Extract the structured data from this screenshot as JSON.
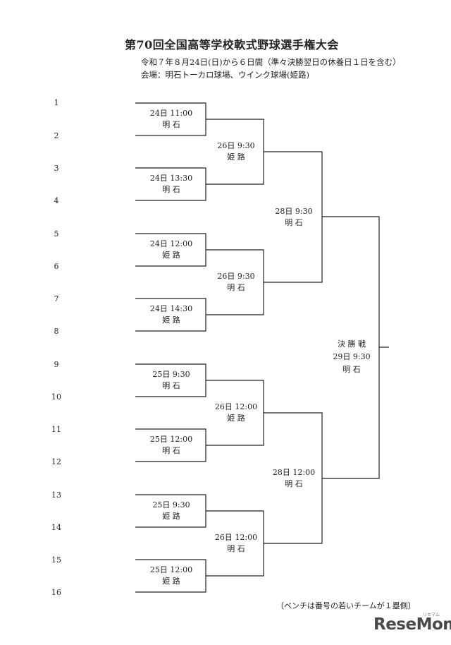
{
  "title": "第70回全国高等学校軟式野球選手権大会",
  "period": "令和７年８月24日(日)から６日間（準々決勝翌日の休養日１日を含む）",
  "venue": "会場：明石トーカロ球場、ウインク球場(姫路)",
  "seeds": [
    "1",
    "2",
    "3",
    "4",
    "5",
    "6",
    "7",
    "8",
    "9",
    "10",
    "11",
    "12",
    "13",
    "14",
    "15",
    "16"
  ],
  "round1": [
    {
      "date": "24日  11:00",
      "venue": "明  石"
    },
    {
      "date": "24日  13:30",
      "venue": "明  石"
    },
    {
      "date": "24日  12:00",
      "venue": "姫  路"
    },
    {
      "date": "24日  14:30",
      "venue": "姫  路"
    },
    {
      "date": "25日   9:30",
      "venue": "明  石"
    },
    {
      "date": "25日  12:00",
      "venue": "明  石"
    },
    {
      "date": "25日   9:30",
      "venue": "姫  路"
    },
    {
      "date": "25日  12:00",
      "venue": "姫  路"
    }
  ],
  "quarterfinals": [
    {
      "date": "26日  9:30",
      "venue": "姫  路"
    },
    {
      "date": "26日  9:30",
      "venue": "明  石"
    },
    {
      "date": "26日  12:00",
      "venue": "姫  路"
    },
    {
      "date": "26日  12:00",
      "venue": "明  石"
    }
  ],
  "semifinals": [
    {
      "date": "28日  9:30",
      "venue": "明  石"
    },
    {
      "date": "28日  12:00",
      "venue": "明  石"
    }
  ],
  "final": {
    "label": "決  勝  戦",
    "date": "29日  9:30",
    "venue": "明  石"
  },
  "note": "〔ベンチは番号の若いチームが１塁側〕",
  "logo": "ReseMom",
  "logo_small": "リセマム"
}
